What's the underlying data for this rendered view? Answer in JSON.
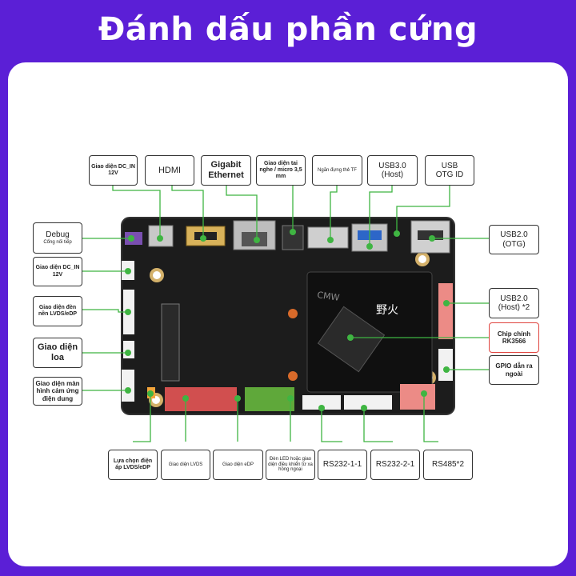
{
  "title": "Đánh dấu phần cứng",
  "colors": {
    "background": "#5b1fd6",
    "leader": "#3fb542",
    "dot": "#3fb542",
    "highlight": "#e0443f",
    "board": "#1c1c1c"
  },
  "top_labels": {
    "dc_in": "Giao diện DC_IN 12V",
    "hdmi": "HDMI",
    "ethernet_line1": "Gigabit",
    "ethernet_line2": "Ethernet",
    "headphone": "Giao diện tai nghe / micro 3,5 mm",
    "tf_slot": "Ngăn đựng thẻ TF",
    "usb3_line1": "USB3.0",
    "usb3_line2": "(Host)",
    "otg_line1": "USB",
    "otg_line2": "OTG ID"
  },
  "left_labels": {
    "debug_line1": "Debug",
    "debug_line2": "Cổng nối tiếp",
    "dc_in": "Giao diện DC_IN 12V",
    "lvds_backlight": "Giao diện đèn nền LVDS/eDP",
    "speaker": "Giao diện loa",
    "touch": "Giao diện màn hình cảm ứng điện dung"
  },
  "right_labels": {
    "usb2_otg_line1": "USB2.0",
    "usb2_otg_line2": "(OTG)",
    "usb2_host_line1": "USB2.0",
    "usb2_host_line2": "(Host) *2",
    "chip_line1": "Chip chính",
    "chip_line2": "RK3566",
    "gpio": "GPIO dẫn ra ngoài"
  },
  "bottom_labels": {
    "voltage_select": "Lựa chọn điện áp LVDS/eDP",
    "lvds": "Giao diện LVDS",
    "edp": "Giao diện eDP",
    "led_ir": "Đèn LED hoặc giao diện điều khiển từ xa hồng ngoại",
    "rs232_1": "RS232-1-1",
    "rs232_2": "RS232-2-1",
    "rs485": "RS485*2"
  },
  "board": {
    "module_brand": "野火",
    "wifi_text": "CMW"
  }
}
